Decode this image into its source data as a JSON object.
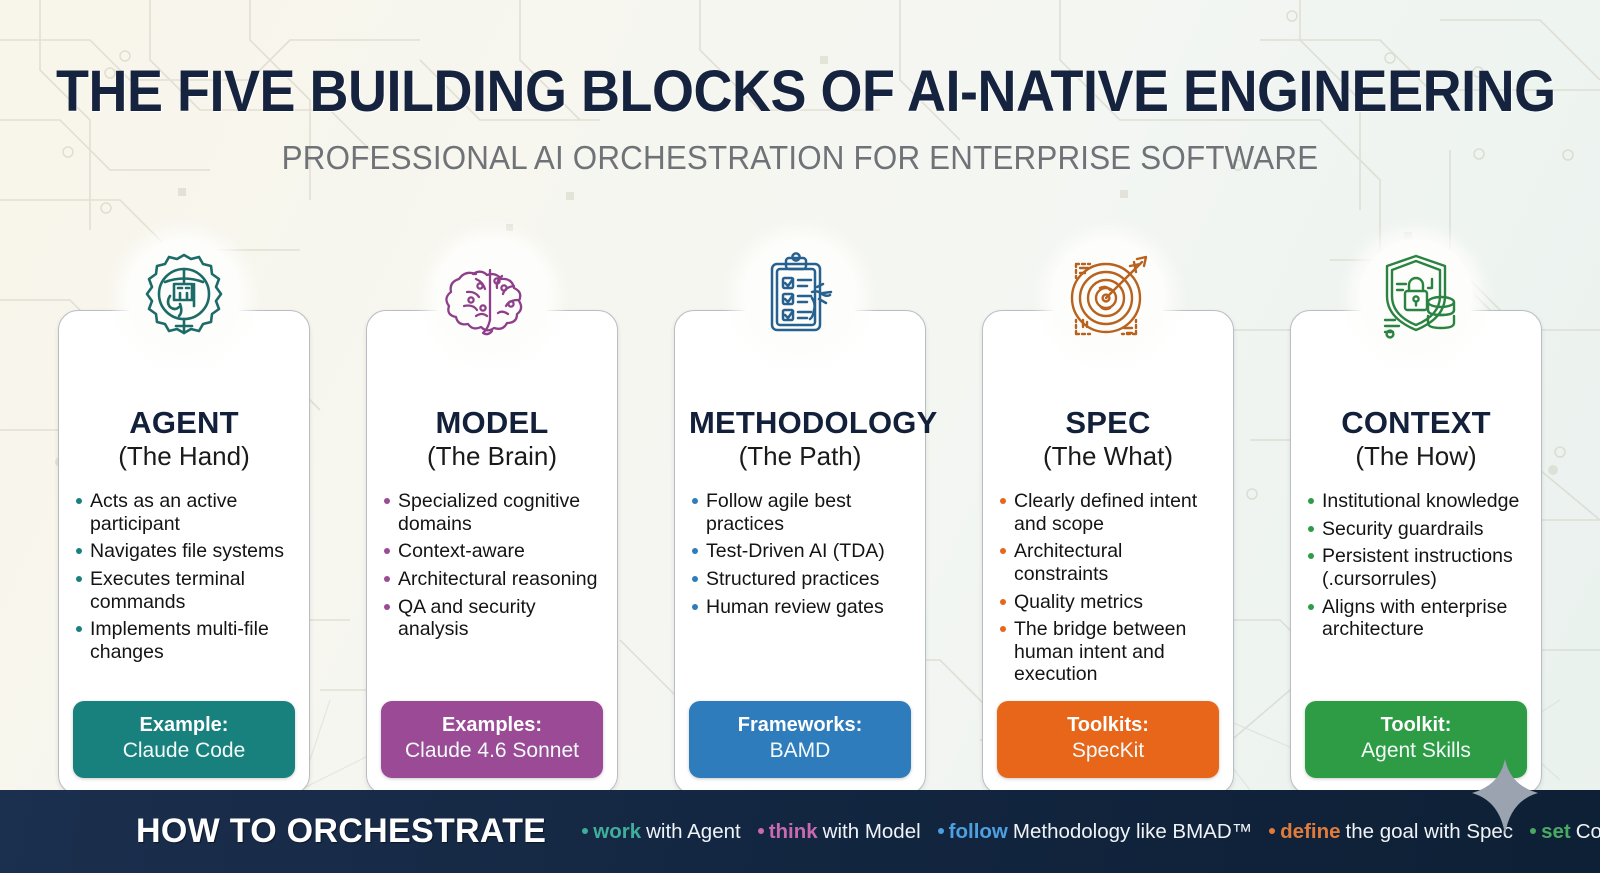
{
  "header": {
    "title": "THE FIVE BUILDING BLOCKS OF AI-NATIVE ENGINEERING",
    "subtitle": "PROFESSIONAL AI ORCHESTRATION FOR ENTERPRISE SOFTWARE"
  },
  "cards": [
    {
      "icon": "gear-robot-icon",
      "title": "AGENT",
      "subtitle": "(The Hand)",
      "accent": "#18807d",
      "bullets": [
        "Acts as an active participant",
        "Navigates file systems",
        "Executes terminal commands",
        "Implements multi-file changes"
      ],
      "footer_label": "Example:",
      "footer_value": "Claude Code"
    },
    {
      "icon": "brain-icon",
      "title": "MODEL",
      "subtitle": "(The Brain)",
      "accent": "#9b4a96",
      "bullets": [
        "Specialized cognitive domains",
        "Context-aware",
        "Architectural reasoning",
        "QA and security analysis"
      ],
      "footer_label": "Examples:",
      "footer_value": "Claude 4.6 Sonnet"
    },
    {
      "icon": "clipboard-checklist-icon",
      "title": "METHODOLOGY",
      "subtitle": "(The Path)",
      "accent": "#2f7cbd",
      "bullets": [
        "Follow agile best practices",
        "Test-Driven AI (TDA)",
        "Structured practices",
        "Human review gates"
      ],
      "footer_label": "Frameworks:",
      "footer_value": "BAMD"
    },
    {
      "icon": "target-arrow-icon",
      "title": "SPEC",
      "subtitle": "(The What)",
      "accent": "#e8661a",
      "bullets": [
        "Clearly defined intent and scope",
        "Architectural constraints",
        "Quality metrics",
        "The bridge between human intent and execution"
      ],
      "footer_label": "Toolkits:",
      "footer_value": "SpecKit"
    },
    {
      "icon": "shield-lock-database-icon",
      "title": "CONTEXT",
      "subtitle": "(The How)",
      "accent": "#2e9c44",
      "bullets": [
        "Institutional knowledge",
        "Security guardrails",
        "Persistent instructions (.cursorrules)",
        "Aligns with enterprise architecture"
      ],
      "footer_label": "Toolkit:",
      "footer_value": "Agent Skills"
    }
  ],
  "bottom_bar": {
    "title": "HOW TO ORCHESTRATE",
    "steps": [
      {
        "keyword": "work",
        "rest": "with Agent",
        "color": "#3fae9a"
      },
      {
        "keyword": "think",
        "rest": "with Model",
        "color": "#c76ab0"
      },
      {
        "keyword": "follow",
        "rest": "Methodology like BMAD™",
        "color": "#4d9fe0"
      },
      {
        "keyword": "define",
        "rest": "the goal with Spec",
        "color": "#e07b3a"
      },
      {
        "keyword": "set",
        "rest": "Context guidelines and guardrails.",
        "color": "#4aa863"
      }
    ]
  }
}
